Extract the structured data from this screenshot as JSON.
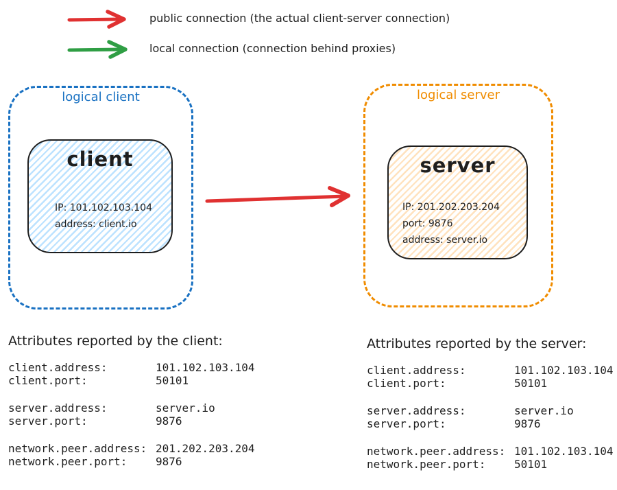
{
  "colors": {
    "ink": "#1e1e1e",
    "public_red": "#e03131",
    "local_green": "#2f9e44",
    "client_blue": "#1971c2",
    "server_orange": "#f08c00",
    "client_fill": "#a5d8ff",
    "server_fill": "#ffd8a8"
  },
  "legend": {
    "items": [
      {
        "name": "public-connection",
        "color": "#e03131",
        "label": "public connection (the actual client-server connection)"
      },
      {
        "name": "local-connection",
        "color": "#2f9e44",
        "label": "local connection (connection behind proxies)"
      }
    ]
  },
  "diagram": {
    "logical_client": {
      "label": "logical client",
      "color": "#1971c2",
      "node": {
        "title": "client",
        "fill": "#a5d8ff",
        "lines": [
          "IP: 101.102.103.104",
          "address: client.io"
        ]
      }
    },
    "logical_server": {
      "label": "logical server",
      "color": "#f08c00",
      "node": {
        "title": "server",
        "fill": "#ffd8a8",
        "lines": [
          "IP: 201.202.203.204",
          "port: 9876",
          "address: server.io"
        ]
      }
    },
    "connection_arrow": {
      "type": "public",
      "color": "#e03131"
    }
  },
  "attributes": {
    "client": {
      "title": "Attributes reported by the client:",
      "groups": [
        [
          {
            "key": "client.address:",
            "value": "101.102.103.104"
          },
          {
            "key": "client.port:",
            "value": "50101"
          }
        ],
        [
          {
            "key": "server.address:",
            "value": "server.io"
          },
          {
            "key": "server.port:",
            "value": "9876"
          }
        ],
        [
          {
            "key": "network.peer.address:",
            "value": "201.202.203.204"
          },
          {
            "key": "network.peer.port:",
            "value": "9876"
          }
        ]
      ]
    },
    "server": {
      "title": "Attributes reported by the server:",
      "groups": [
        [
          {
            "key": "client.address:",
            "value": "101.102.103.104"
          },
          {
            "key": "client.port:",
            "value": "50101"
          }
        ],
        [
          {
            "key": "server.address:",
            "value": "server.io"
          },
          {
            "key": "server.port:",
            "value": "9876"
          }
        ],
        [
          {
            "key": "network.peer.address:",
            "value": "101.102.103.104"
          },
          {
            "key": "network.peer.port:",
            "value": "50101"
          }
        ]
      ]
    }
  }
}
